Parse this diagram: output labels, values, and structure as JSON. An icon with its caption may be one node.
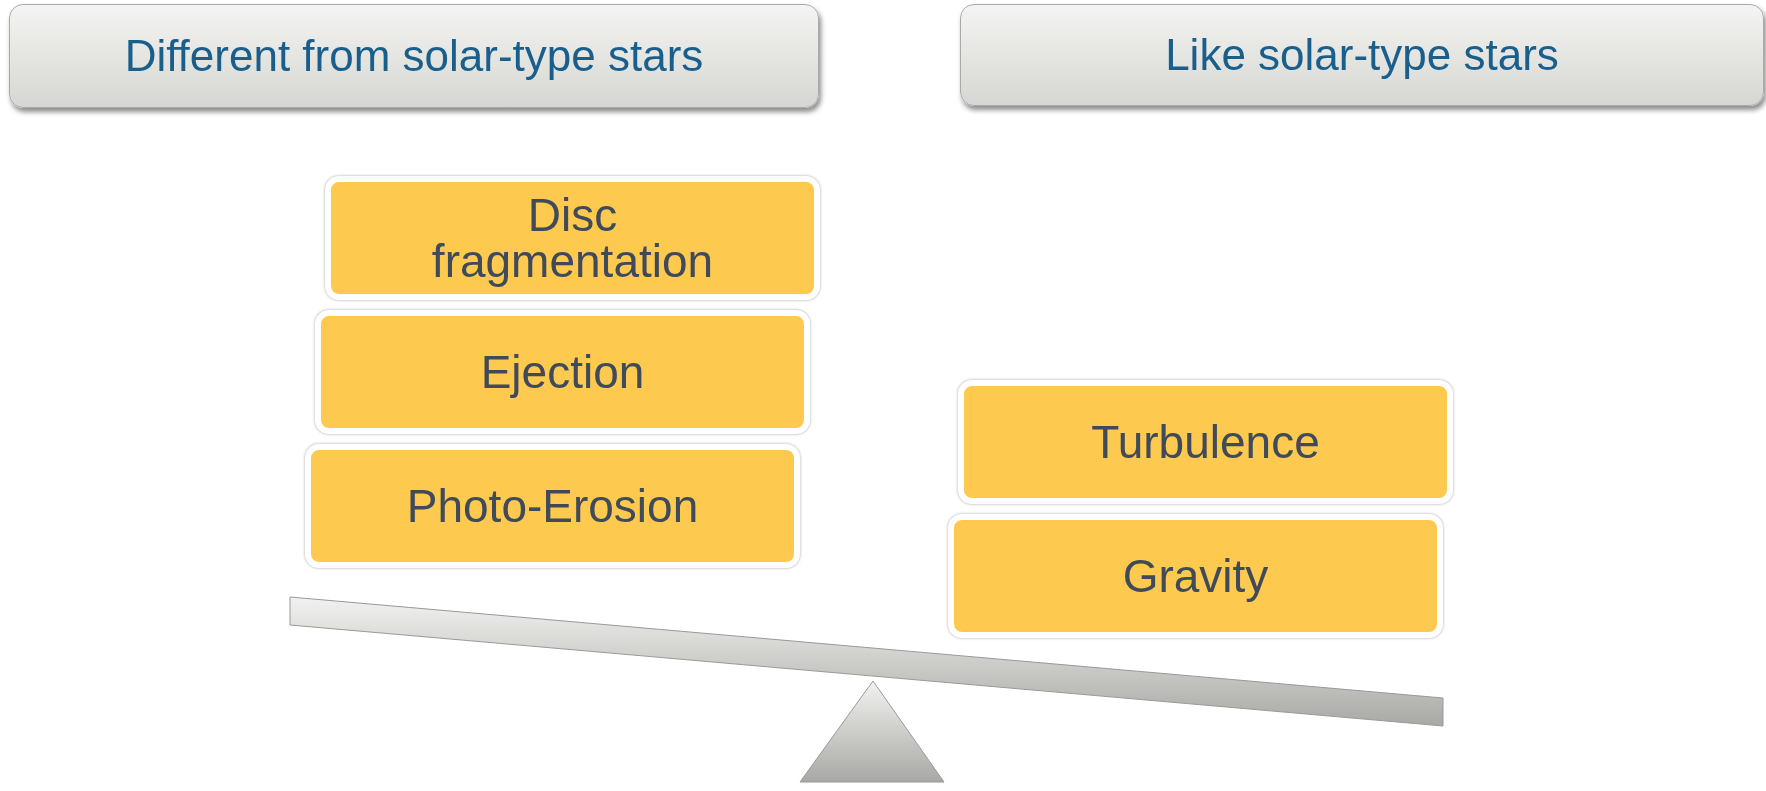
{
  "diagram": {
    "nodes": [
      {
        "text": [
          "Different from solar-type stars"
        ]
      },
      {
        "text": [
          "Like solar-type stars"
        ]
      },
      {
        "text": [
          "Disc fragmentation"
        ]
      },
      {
        "text": [
          "Ejection"
        ]
      },
      {
        "text": [
          "Photo-Erosion"
        ]
      },
      {
        "text": [
          "Turbulence"
        ]
      },
      {
        "text": [
          "Gravity"
        ]
      }
    ]
  }
}
